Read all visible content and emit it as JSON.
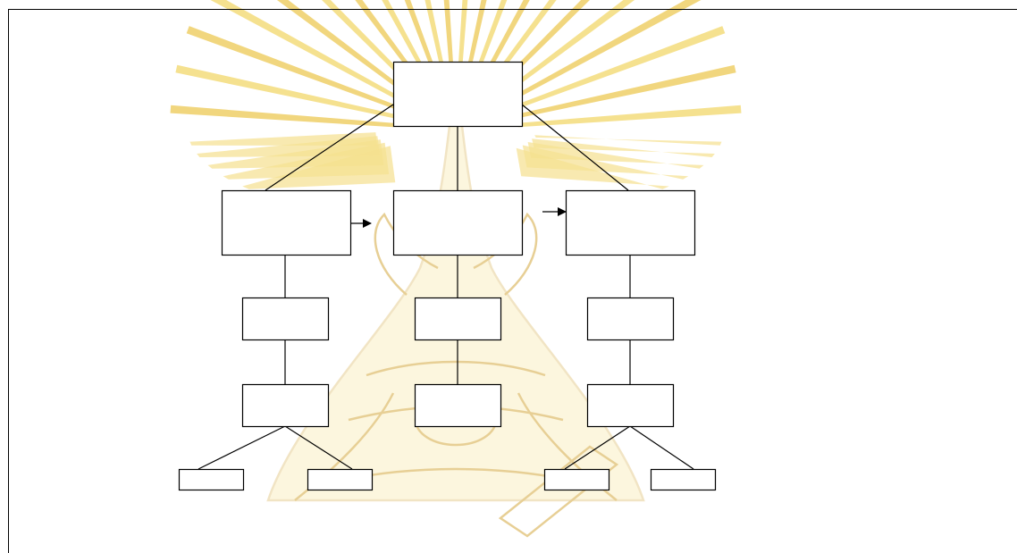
{
  "diagram": {
    "type": "hierarchy",
    "node_fill": "#ffffff",
    "stroke_color": "#000000",
    "watermark": {
      "kind": "university-seal",
      "colors": {
        "rays": "#f4dc7c",
        "rays_accent": "#efd068",
        "outline": "#e7cf95",
        "tint": "#fbefc4"
      }
    },
    "nodes": [
      {
        "id": "root",
        "label": ""
      },
      {
        "id": "level1-left",
        "label": ""
      },
      {
        "id": "level1-center",
        "label": ""
      },
      {
        "id": "level1-right",
        "label": ""
      },
      {
        "id": "level2-left",
        "label": ""
      },
      {
        "id": "level2-center",
        "label": ""
      },
      {
        "id": "level2-right",
        "label": ""
      },
      {
        "id": "level3-left",
        "label": ""
      },
      {
        "id": "level3-center",
        "label": ""
      },
      {
        "id": "level3-right",
        "label": ""
      },
      {
        "id": "leaf-left-a",
        "label": ""
      },
      {
        "id": "leaf-left-b",
        "label": ""
      },
      {
        "id": "leaf-right-a",
        "label": ""
      },
      {
        "id": "leaf-right-b",
        "label": ""
      }
    ],
    "edges": [
      {
        "from": "root",
        "to": "level1-left",
        "style": "line"
      },
      {
        "from": "root",
        "to": "level1-center",
        "style": "line"
      },
      {
        "from": "root",
        "to": "level1-right",
        "style": "line"
      },
      {
        "from": "level1-left",
        "to": "level1-center",
        "style": "arrow"
      },
      {
        "from": "level1-center",
        "to": "level1-right",
        "style": "arrow"
      },
      {
        "from": "level1-left",
        "to": "level2-left",
        "style": "line"
      },
      {
        "from": "level1-center",
        "to": "level2-center",
        "style": "line"
      },
      {
        "from": "level1-right",
        "to": "level2-right",
        "style": "line"
      },
      {
        "from": "level2-left",
        "to": "level3-left",
        "style": "line"
      },
      {
        "from": "level2-center",
        "to": "level3-center",
        "style": "line"
      },
      {
        "from": "level2-right",
        "to": "level3-right",
        "style": "line"
      },
      {
        "from": "level3-left",
        "to": "leaf-left-a",
        "style": "line"
      },
      {
        "from": "level3-left",
        "to": "leaf-left-b",
        "style": "line"
      },
      {
        "from": "level3-right",
        "to": "leaf-right-a",
        "style": "line"
      },
      {
        "from": "level3-right",
        "to": "leaf-right-b",
        "style": "line"
      }
    ]
  }
}
